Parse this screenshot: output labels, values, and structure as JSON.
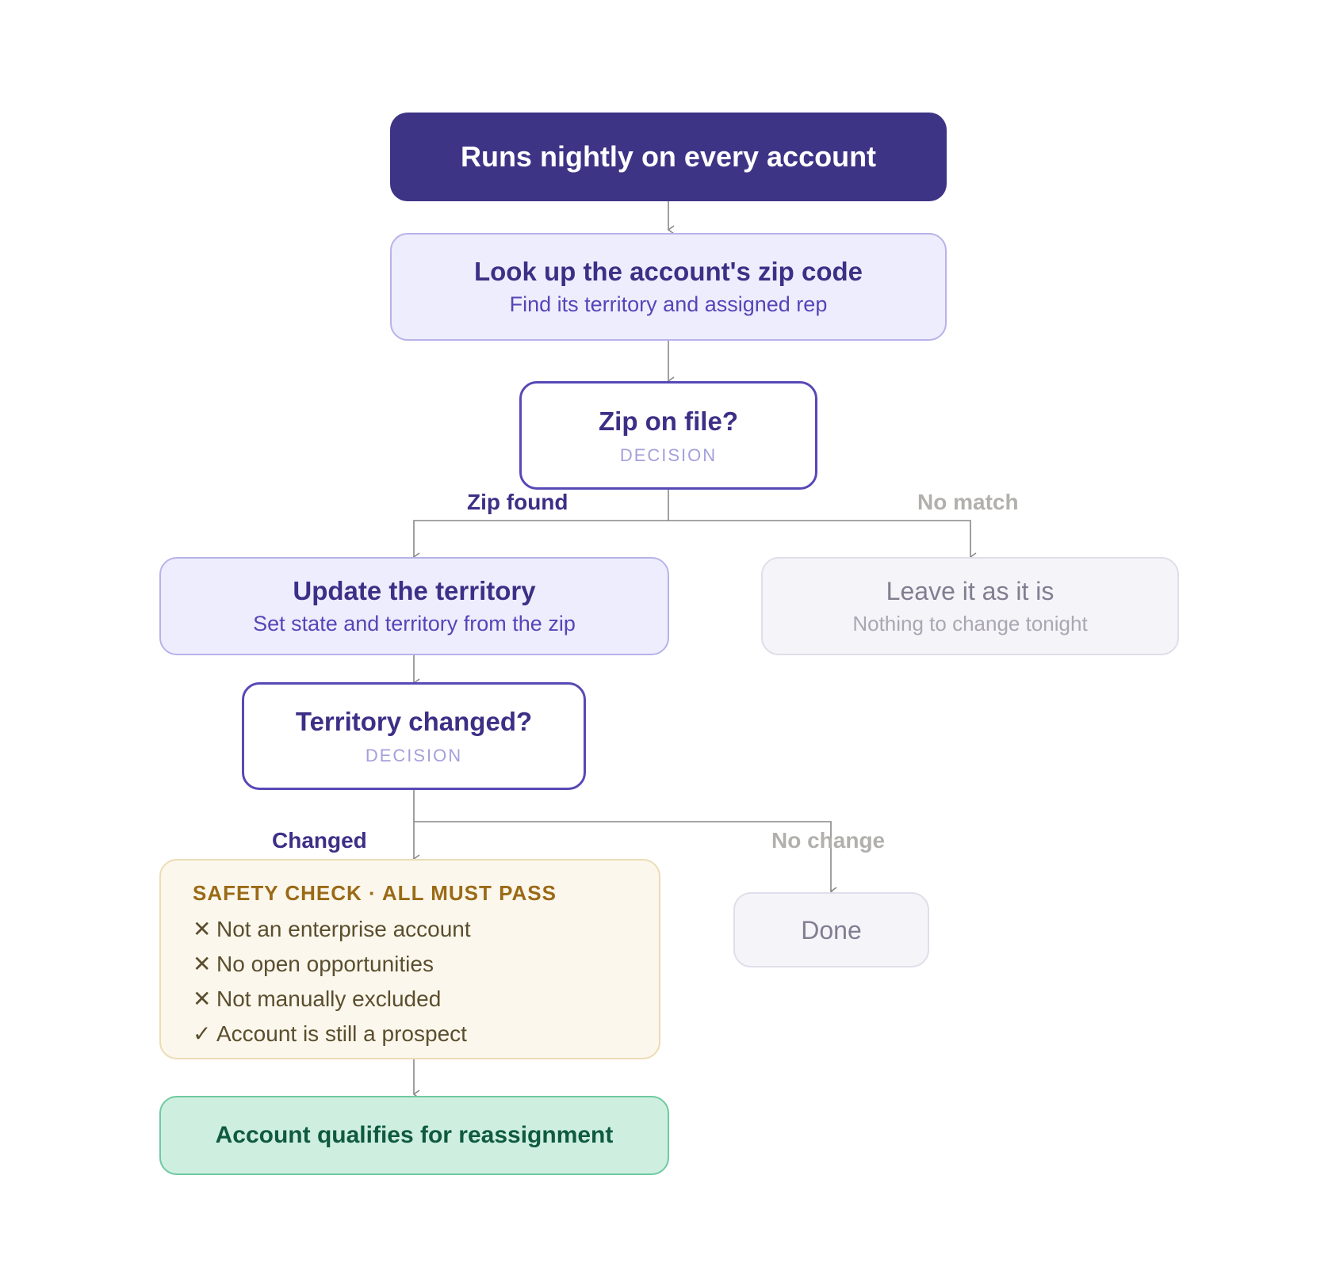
{
  "nodes": {
    "start": {
      "title": "Runs nightly on every account"
    },
    "lookup": {
      "title": "Look up the account's zip code",
      "subtitle": "Find its territory and assigned rep"
    },
    "zip_decision": {
      "title": "Zip on file?",
      "subtitle": "DECISION"
    },
    "update": {
      "title": "Update the territory",
      "subtitle": "Set state and territory from the zip"
    },
    "leave": {
      "title": "Leave it as it is",
      "subtitle": "Nothing to change tonight"
    },
    "territory_decision": {
      "title": "Territory changed?",
      "subtitle": "DECISION"
    },
    "safety_check": {
      "heading": "SAFETY CHECK · ALL MUST PASS",
      "items": [
        {
          "mark": "✕",
          "text": "Not an enterprise account"
        },
        {
          "mark": "✕",
          "text": "No open opportunities"
        },
        {
          "mark": "✕",
          "text": "Not manually excluded"
        },
        {
          "mark": "✓",
          "text": "Account is still a prospect"
        }
      ]
    },
    "done": {
      "title": "Done"
    },
    "final": {
      "title": "Account qualifies for reassignment"
    }
  },
  "edge_labels": {
    "zip_found": "Zip found",
    "no_match": "No match",
    "changed": "Changed",
    "no_change": "No change"
  },
  "colors": {
    "start_fill": "#3d3486",
    "process_fill": "#eeedfd",
    "decision_border": "#5749b6",
    "muted_fill": "#f5f4f9",
    "check_fill": "#fbf7ec",
    "final_fill": "#ceefdf",
    "connector": "#888888"
  }
}
